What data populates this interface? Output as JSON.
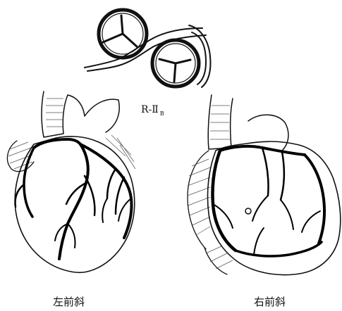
{
  "figure": {
    "variant_label": "R-Ⅱ",
    "variant_subscript": "B",
    "left_view_label": "左前斜",
    "right_view_label": "右前斜"
  }
}
